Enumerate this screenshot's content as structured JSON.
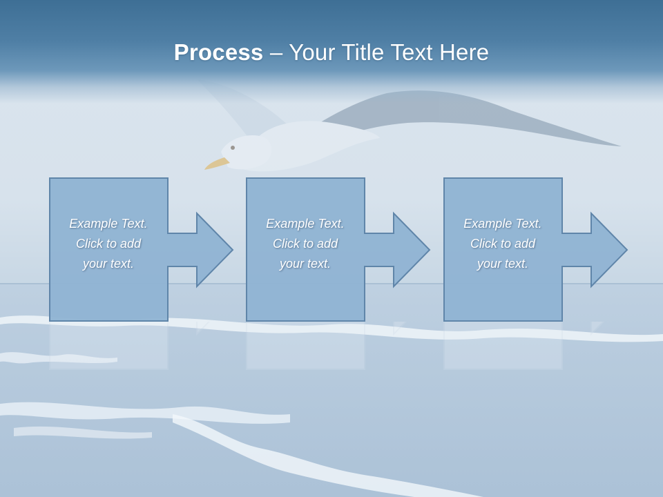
{
  "slide": {
    "title_bold": "Process",
    "title_rest": " – Your Title Text Here",
    "steps": [
      {
        "line1": "Example Text.",
        "line2": "Click  to add",
        "line3": "your text."
      },
      {
        "line1": "Example Text.",
        "line2": "Click  to add",
        "line3": "your text."
      },
      {
        "line1": "Example Text.",
        "line2": "Click  to add",
        "line3": "your text."
      }
    ]
  },
  "colors": {
    "header": "#4f7fa5",
    "shape_fill": "#8fb3d3",
    "shape_stroke": "#5f85a9",
    "text": "#ffffff"
  },
  "background": {
    "subject": "seagull-over-ocean-photo"
  }
}
